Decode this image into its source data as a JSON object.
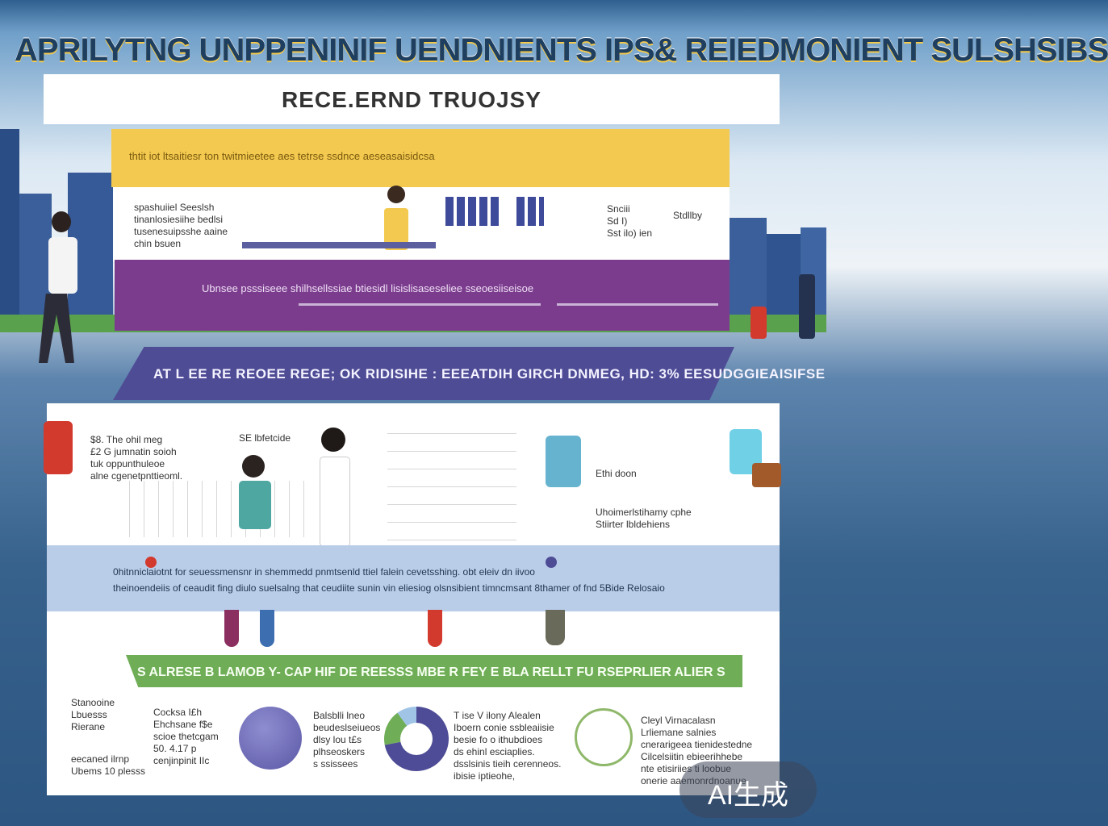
{
  "title": "APRILYTNG UNPPENINIF UENDNIENTS IPS& REIEDMONIENT SULSHSIBS",
  "subtitle": "RECE.ERND TRUOJSY",
  "yellow_band": {
    "text": "thtit iot ltsaitiesr ton twitmieetee aes tetrse ssdnce aeseasaisidcsa"
  },
  "scene1": {
    "left_text": [
      "spashuiiel Seeslsh",
      "tinanlosiesiihe bedlsi",
      "tusenesuipsshe aaine",
      "chin bsuen"
    ],
    "right_text": [
      "Snciii",
      "Sd I)",
      "Sst ilo) ien"
    ],
    "side_label": "Stdllby"
  },
  "purple_band": {
    "text": "Ubnsee psssiseee shilhsellssiae btiesidl lisislisaseseliee sseoesiiseisoe"
  },
  "navy_band": {
    "text": "AT L  EE  RE REOEE  REGE;  OK RIDISIHE :  EEEATDIH GIRCH DNMEG,   HD: 3%  EESUDGGIEAISIFSE"
  },
  "scene2": {
    "left_text": [
      "$8.  The ohil meg",
      "£2 G jumnatin soioh",
      "tuk oppunthuleoe",
      "alne cgenetpnttieoml."
    ],
    "center_label": "SE lbfetcide",
    "right_label": "Ethi doon",
    "right_text": [
      "Uhoimerlstihamy cphe",
      "Stiirter lbldehiens"
    ]
  },
  "lightblue_band": {
    "line1": "0hitnniclaiotnt for seuessmensnr in shemmedd pnmtsenld ttiel falein  cevetsshing. obt eleiv dn iivoo",
    "line2": "theinoendeiis of ceaudit fing diulo suelsalng that ceudiite sunin vin eliesiog olsnsibient timncmsant 8thamer of fnd  5Bide Relosaio"
  },
  "green_band": {
    "text": "S ALRESE B LAMOB Y- CAP HIF DE REESSS  MBE R FEY E BLA RELLT FU RSEPRLIER ALIER S"
  },
  "bottom": {
    "col1": [
      "Stanooine",
      "Lbuesss",
      "Rierane"
    ],
    "col1b": [
      "eecaned ilrnp",
      "Ubems 10 plesss"
    ],
    "col2": [
      "Cocksa  I£h",
      "Ehchsane f$e",
      "scioe thetcgam",
      "50.  4.17 p",
      "cenjinpinit IIc"
    ],
    "col3": [
      "Balsblli lneo",
      "beudeslseiueos",
      "dlsy lou t£s",
      "plhseoskers",
      "s ssissees"
    ],
    "col4": [
      "T ise  V ilony Alealen",
      "Iboern  conie  ssbleaiisie",
      "besie  fo o ithubdioes",
      "ds ehinl esciaplies.",
      "dsslsinis  tieih cerenneos.",
      "ibisie          iptieohe,"
    ],
    "col5": [
      "Cleyl Virnacalasn",
      "Lrliemane salnies",
      "cnerarigeea tienidestedne",
      "Cilcelsiitin ebieerihhebe",
      "nte etisiriies ti loobue",
      "onerie aaemonrdnoanue"
    ]
  },
  "donut_chart": {
    "segments": [
      {
        "value": 0.72,
        "color": "#4e4c96"
      },
      {
        "value": 0.18,
        "color": "#6fae57"
      },
      {
        "value": 0.1,
        "color": "#9fc4e6"
      }
    ]
  },
  "watermark": {
    "text": "AI生成"
  },
  "colors": {
    "title": "#1f3f60",
    "yellow": "#f3c94f",
    "purple": "#7b3c8e",
    "navy": "#4f4c96",
    "lightblue": "#b9cde9",
    "green": "#6fae57",
    "dark_blue": "#2d5682"
  }
}
